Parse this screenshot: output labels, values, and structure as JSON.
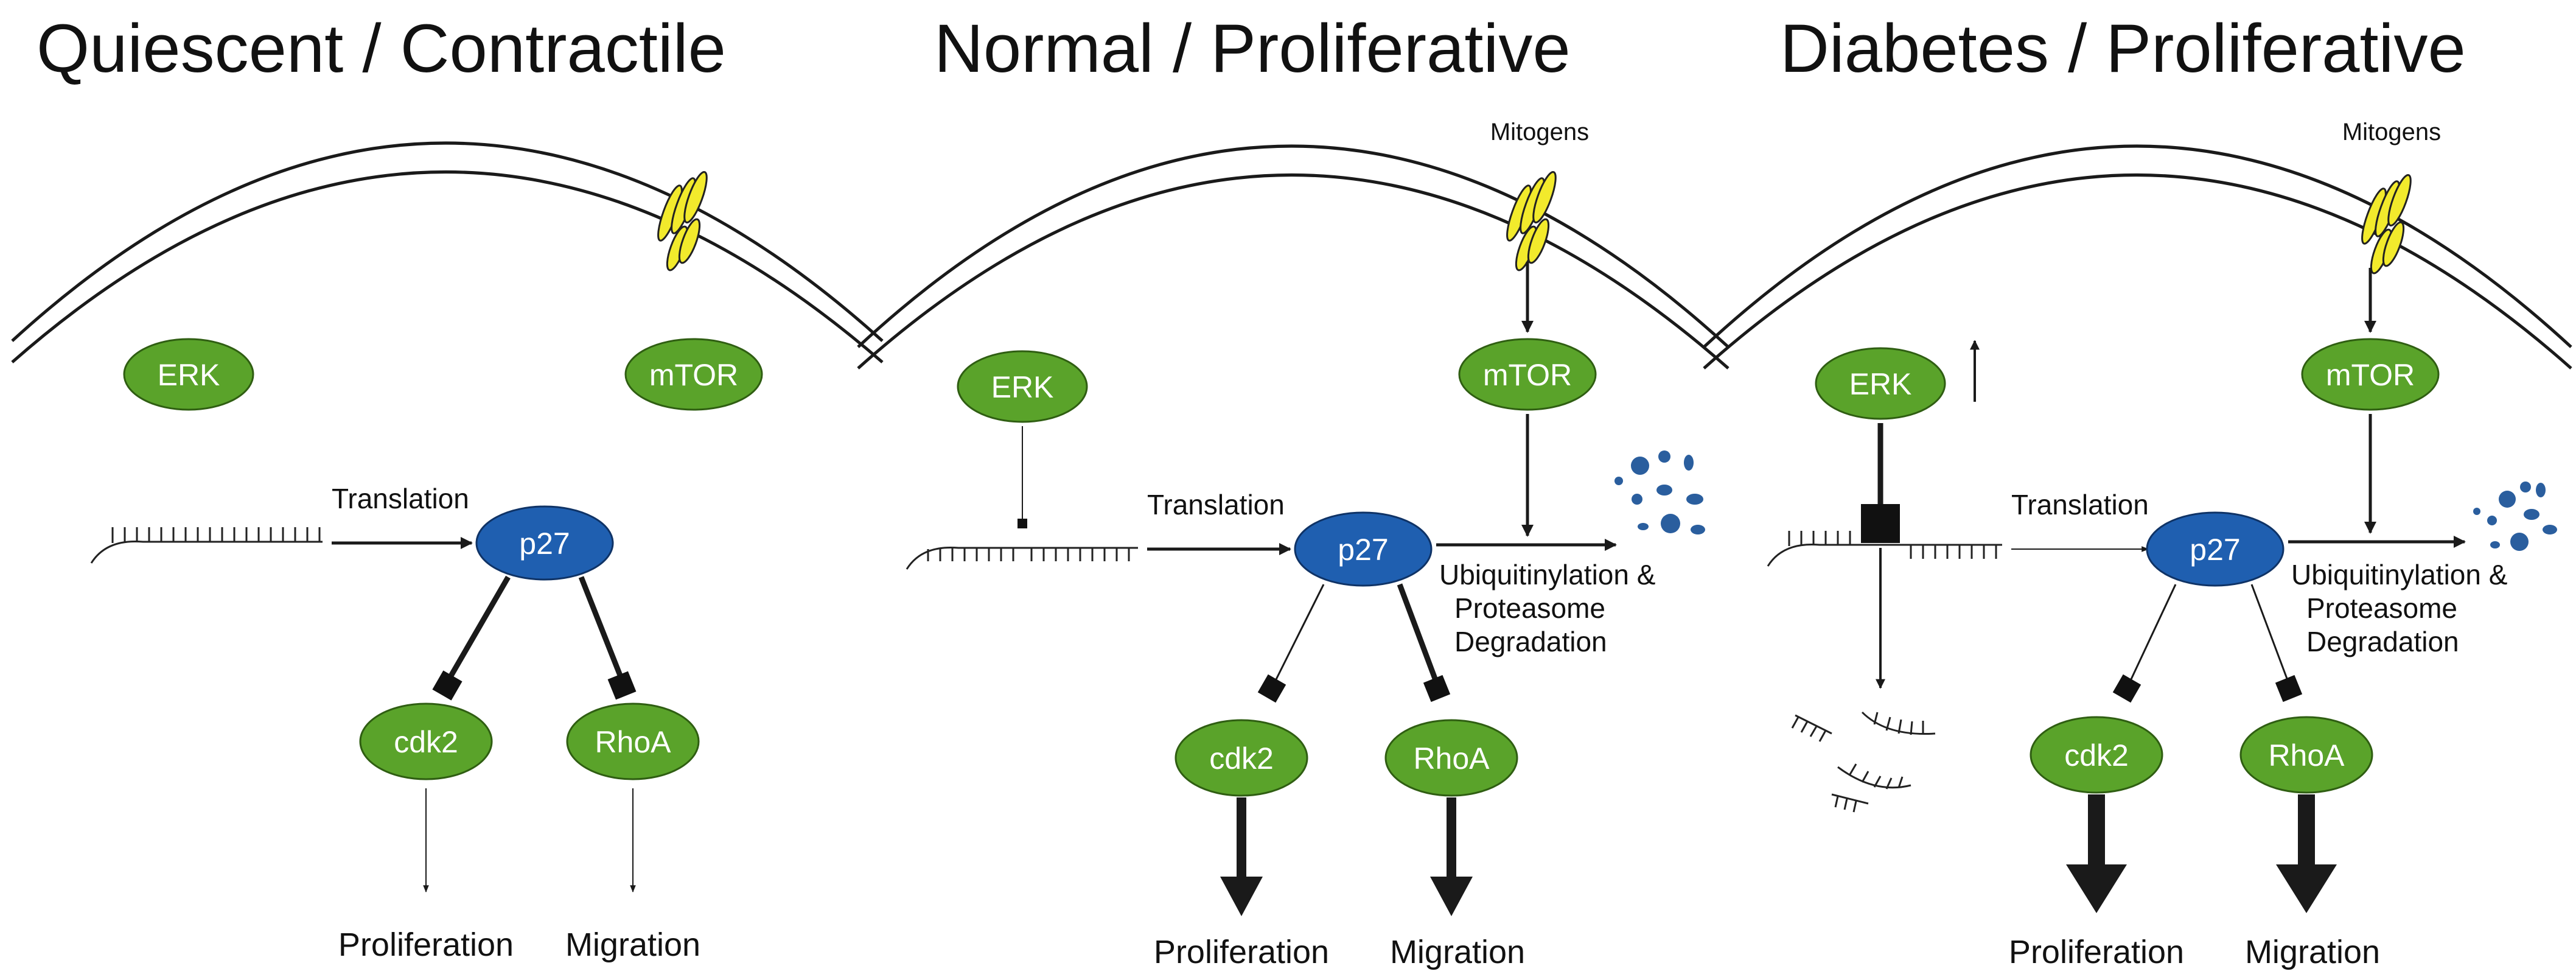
{
  "colors": {
    "node_green": "#5aa32a",
    "node_blue": "#1f5fb0",
    "degradation_dots": "#2a5e9e",
    "receptor_yellow": "#f2ea2c",
    "line": "#1a1a1a"
  },
  "panels": [
    {
      "title": "Quiescent / Contractile",
      "erk": "ERK",
      "mtor": "mTOR",
      "translation": "Translation",
      "p27": "p27",
      "cdk2": "cdk2",
      "rhoa": "RhoA",
      "proliferation": "Proliferation",
      "migration": "Migration"
    },
    {
      "title": "Normal / Proliferative",
      "mitogens": "Mitogens",
      "erk": "ERK",
      "mtor": "mTOR",
      "translation": "Translation",
      "p27": "p27",
      "ubiquitin_1": "Ubiquitinylation &",
      "ubiquitin_2": "Proteasome",
      "ubiquitin_3": "Degradation",
      "cdk2": "cdk2",
      "rhoa": "RhoA",
      "proliferation": "Proliferation",
      "migration": "Migration"
    },
    {
      "title": "Diabetes / Proliferative",
      "mitogens": "Mitogens",
      "erk": "ERK",
      "mtor": "mTOR",
      "translation": "Translation",
      "p27": "p27",
      "ubiquitin_1": "Ubiquitinylation &",
      "ubiquitin_2": "Proteasome",
      "ubiquitin_3": "Degradation",
      "cdk2": "cdk2",
      "rhoa": "RhoA",
      "proliferation": "Proliferation",
      "migration": "Migration"
    }
  ]
}
